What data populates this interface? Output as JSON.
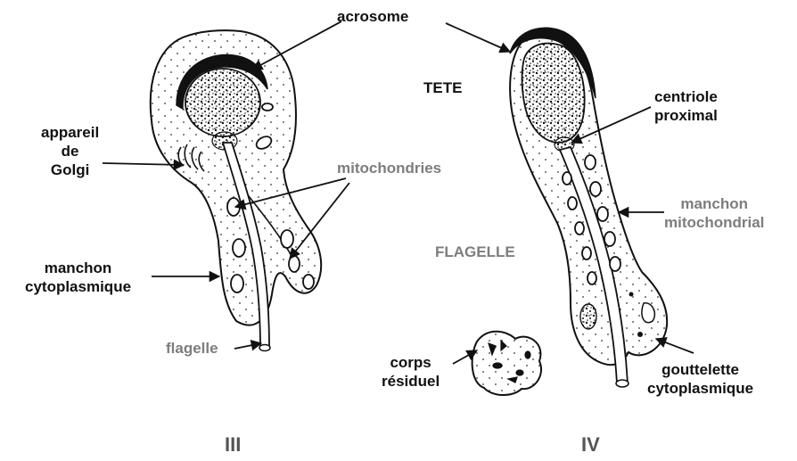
{
  "colors": {
    "ink": "#111111",
    "grey_label": "#7d7d7d",
    "paper": "#ffffff"
  },
  "labels": {
    "acrosome": "acrosome",
    "tete": "TETE",
    "centriole_line1": "centriole",
    "centriole_line2": "proximal",
    "appareil_line1": "appareil",
    "appareil_line2": "de",
    "appareil_line3": "Golgi",
    "mitochondries": "mitochondries",
    "manchon_mito_line1": "manchon",
    "manchon_mito_line2": "mitochondrial",
    "flagelle_upper": "FLAGELLE",
    "manchon_cyto_line1": "manchon",
    "manchon_cyto_line2": "cytoplasmique",
    "flagelle_lower": "flagelle",
    "corps_line1": "corps",
    "corps_line2": "résiduel",
    "gouttelette_line1": "gouttelette",
    "gouttelette_line2": "cytoplasmique",
    "stage_iii": "III",
    "stage_iv": "IV"
  }
}
